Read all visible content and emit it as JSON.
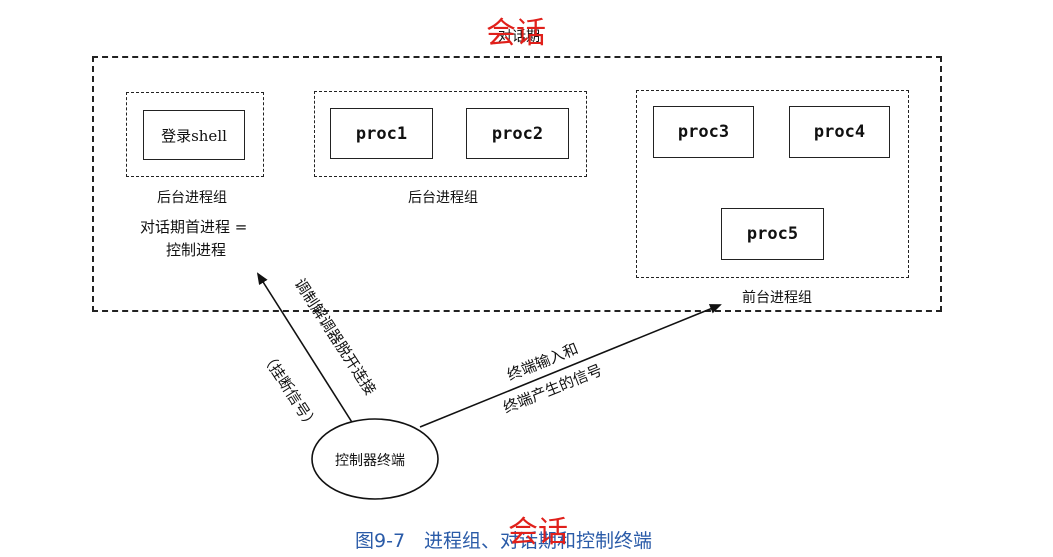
{
  "header": {
    "session_label_small": "对话期",
    "overlay_top": "会话"
  },
  "groups": [
    {
      "label": "后台进程组",
      "procs": [
        "登录shell"
      ]
    },
    {
      "label": "后台进程组",
      "procs": [
        "proc1",
        "proc2"
      ]
    },
    {
      "label": "前台进程组",
      "procs": [
        "proc3",
        "proc4",
        "proc5"
      ]
    }
  ],
  "session_leader": {
    "line1": "对话期首进程 =",
    "line2": "控制进程"
  },
  "terminal": {
    "label": "控制器终端"
  },
  "arrows": {
    "left_text_1": "调制解调器脱开连接",
    "left_text_2": "（挂断信号）",
    "right_text_1": "终端输入和",
    "right_text_2": "终端产生的信号"
  },
  "caption": {
    "text": "图9-7　进程组、对话期和控制终端",
    "overlay": "会话"
  }
}
